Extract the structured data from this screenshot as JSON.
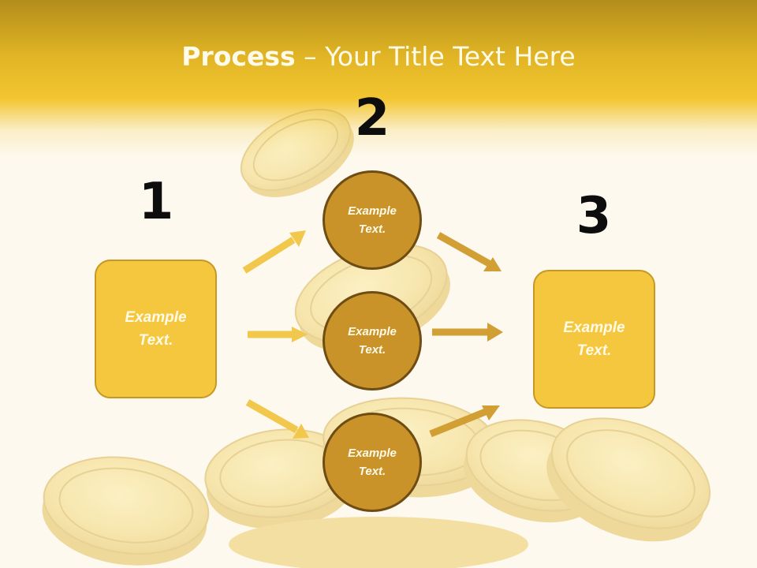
{
  "title": {
    "bold": "Process",
    "rest": " – Your Title Text Here"
  },
  "steps": [
    {
      "number": "1",
      "text": "Example\nText."
    },
    {
      "number": "2",
      "items": [
        "Example\nText.",
        "Example\nText.",
        "Example\nText."
      ]
    },
    {
      "number": "3",
      "text": "Example\nText."
    }
  ],
  "colors": {
    "box_fill": "#f5c73f",
    "circle_fill": "#c9932a",
    "left_arrow": "#f1c84c",
    "right_arrow": "#d19f33"
  }
}
